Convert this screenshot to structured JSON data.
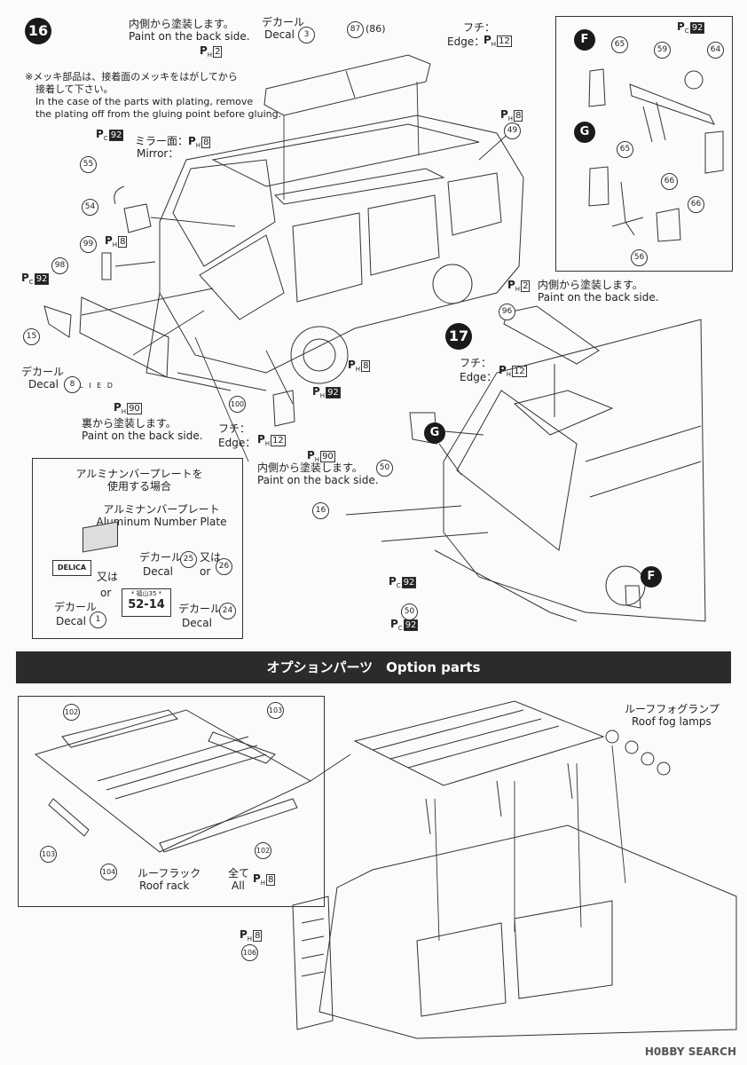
{
  "step16": {
    "number": "16",
    "top_note_jp": "内側から塗装します。",
    "top_note_en": "Paint on the back side.",
    "top_code_letter": "P",
    "top_code_sub": "H",
    "top_code_num": "2",
    "decal_jp": "デカール",
    "decal_en": "Decal",
    "decal_num": "3",
    "part_87": "87",
    "part_86": "(86)",
    "edge_jp": "フチ：",
    "edge_en": "Edge：",
    "edge_code_num": "12",
    "plating_note_jp1": "※メッキ部品は、接着面のメッキをはがしてから",
    "plating_note_jp2": "接着して下さい。",
    "plating_note_en1": "In the case of the parts with plating, remove",
    "plating_note_en2": "the plating off from the gluing point before gluing.",
    "pc92": "92",
    "mirror_jp": "ミラー面：",
    "mirror_en": "Mirror：",
    "mirror_code_num": "8",
    "part_55": "55",
    "part_54": "54",
    "part_99": "99",
    "part_98": "98",
    "part_15": "15",
    "part_49": "49",
    "ph8": "8",
    "decal8_jp": "デカール",
    "decal8_en": "Decal",
    "decal8_num": "8",
    "ph90": "90",
    "back_jp": "裏から塗装します。",
    "back_en": "Paint on the back side.",
    "part_100": "100",
    "ph92": "92",
    "edge2_jp": "フチ：",
    "edge2_en": "Edge：",
    "ph12": "12",
    "inside_jp": "内側から塗装します。",
    "inside_en": "Paint on the back side.",
    "plate_small": "DEL     I E D"
  },
  "inset_plate": {
    "title_jp1": "アルミナンバープレートを",
    "title_jp2": "使用する場合",
    "plate_jp": "アルミナンバープレート",
    "plate_en": "Aluminum Number Plate",
    "logo_text": "DELICA",
    "decal_jp": "デカール",
    "decal_en": "Decal",
    "decal25": "25",
    "or_jp": "又は",
    "or_en": "or",
    "decal26": "26",
    "decal1": "1",
    "decal24": "24",
    "plate_num_small": "* 福山35 *",
    "plate_num_big": "52-14"
  },
  "inset_FG": {
    "F": "F",
    "G": "G",
    "pc92": "92",
    "p65a": "65",
    "p59": "59",
    "p64": "64",
    "p65b": "65",
    "p66a": "66",
    "p66b": "66",
    "p56": "56"
  },
  "step17": {
    "number": "17",
    "ph2": "2",
    "inside_jp": "内側から塗装します。",
    "inside_en": "Paint on the back side.",
    "part_96": "96",
    "edge_jp": "フチ：",
    "edge_en": "Edge：",
    "ph12": "12",
    "G": "G",
    "F": "F",
    "part_50a": "50",
    "part_16": "16",
    "pc92": "92",
    "part_50b": "50"
  },
  "option": {
    "banner": "オプションパーツ　Option parts",
    "p102a": "102",
    "p103a": "103",
    "p103b": "103",
    "p104": "104",
    "p102b": "102",
    "rack_jp": "ルーフラック",
    "rack_en": "Roof rack",
    "all_jp": "全て",
    "all_en": "All",
    "ph8": "8",
    "fog_jp": "ルーフフォグランプ",
    "fog_en": "Roof fog lamps",
    "ph8b": "8",
    "p106": "106"
  },
  "watermark": "H0BBY SEARCH"
}
